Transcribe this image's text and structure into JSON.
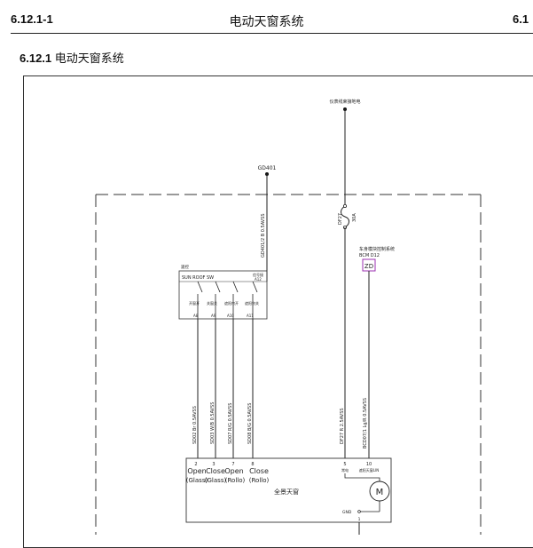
{
  "header": {
    "left": "6.12.1-1",
    "center": "电动天窗系统",
    "right": "6.1"
  },
  "section": {
    "number": "6.12.1",
    "title": "电动天窗系统"
  },
  "diagram": {
    "power_source_label": "仪表线束接地电",
    "ground_node": "GD401",
    "ground_wire": "GD401/2 B 0.5AVSS",
    "fuse": {
      "id": "DF27",
      "rating": "30A"
    },
    "fuse_wire": "DF27 R 2.5AVSS",
    "bcm": {
      "title": "车身模块控制系统",
      "connector": "BCM D12",
      "pin_box": "ZD"
    },
    "bcm_wire": "BCD07/1 Lg/R 0.5AVSS",
    "switch": {
      "title": "遥控",
      "name": "SUN ROOF SW",
      "ground_label": "信号接",
      "ground_pin": "A12",
      "contacts": [
        "开窗开",
        "关窗关",
        "遮阳帘开",
        "遮阳帘关"
      ],
      "pins": [
        "A8",
        "A9",
        "A10",
        "A11"
      ]
    },
    "switch_wires": [
      "SD02 Br 0.5AVSS",
      "SD03 W/B 0.5AVSS",
      "SD07 R/G 0.5AVSS",
      "SD08 B/G 0.5AVSS"
    ],
    "module": {
      "name": "全景天窗",
      "pin_numbers": [
        "2",
        "3",
        "7",
        "8"
      ],
      "pin_labels_top": [
        "Open",
        "Close",
        "Open",
        "Close"
      ],
      "pin_labels_bottom": [
        "(Glass)",
        "(Glass)",
        "(Rollo)",
        "(Rollo)"
      ],
      "power_pin": "5",
      "power_label": "常电",
      "lin_pin": "10",
      "lin_label": "遮阳天窗LIN",
      "motor": "M",
      "gnd_label": "GND",
      "gnd_pin": "1"
    }
  }
}
